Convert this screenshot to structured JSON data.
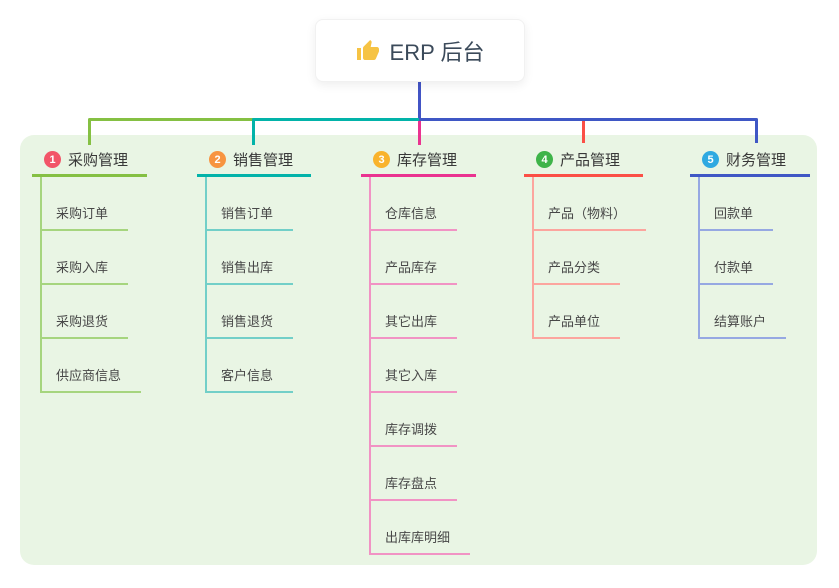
{
  "root": {
    "icon": "thumbs-up-icon",
    "label": "ERP 后台"
  },
  "canvas": {
    "background": "#ffffff",
    "panel_background": "#e9f5e4",
    "root_line_color": "#4254c5"
  },
  "branches": [
    {
      "number": "1",
      "label": "采购管理",
      "badge_color": "#f25568",
      "line_color": "#85c043",
      "item_line_color": "#a6d57e",
      "items": [
        "采购订单",
        "采购入库",
        "采购退货",
        "供应商信息"
      ]
    },
    {
      "number": "2",
      "label": "销售管理",
      "badge_color": "#f79440",
      "line_color": "#02b3a9",
      "item_line_color": "#72cfc8",
      "items": [
        "销售订单",
        "销售出库",
        "销售退货",
        "客户信息"
      ]
    },
    {
      "number": "3",
      "label": "库存管理",
      "badge_color": "#f9b32c",
      "line_color": "#ea3390",
      "item_line_color": "#f193c4",
      "items": [
        "仓库信息",
        "产品库存",
        "其它出库",
        "其它入库",
        "库存调拨",
        "库存盘点",
        "出库库明细"
      ]
    },
    {
      "number": "4",
      "label": "产品管理",
      "badge_color": "#3eb449",
      "line_color": "#fb4f46",
      "item_line_color": "#fca59e",
      "items": [
        "产品（物料）",
        "产品分类",
        "产品单位"
      ]
    },
    {
      "number": "5",
      "label": "财务管理",
      "badge_color": "#2fa9e1",
      "line_color": "#3f57c5",
      "item_line_color": "#96a8e2",
      "items": [
        "回款单",
        "付款单",
        "结算账户"
      ]
    }
  ]
}
